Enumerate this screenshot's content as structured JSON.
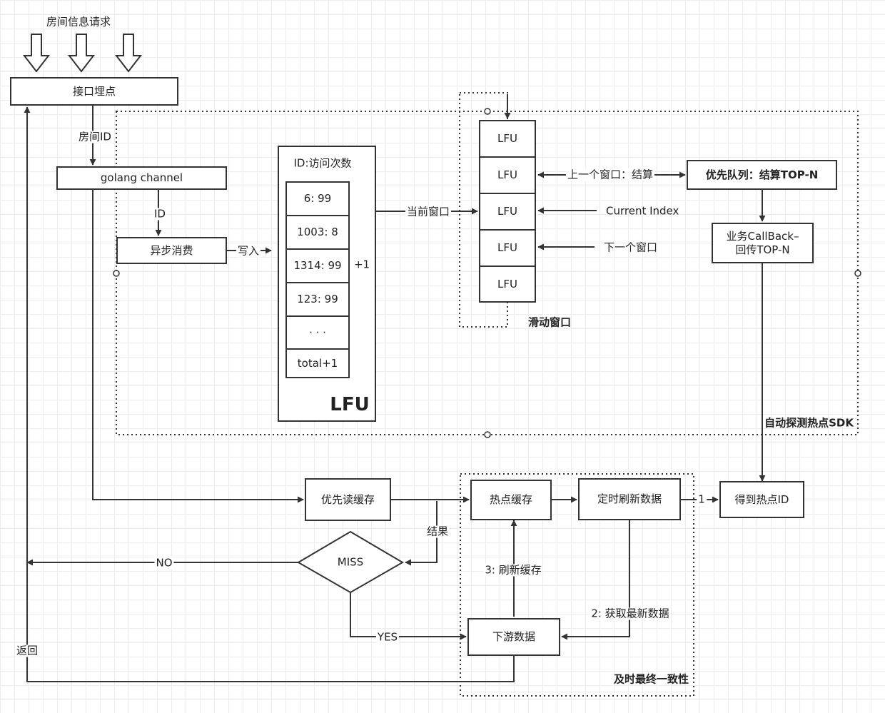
{
  "labels": {
    "room_request": "房间信息请求",
    "interface_tracking": "接口埋点",
    "room_id": "房间ID",
    "golang_channel": "golang channel",
    "id": "ID",
    "async_consume": "异步消费",
    "write_in": "写入",
    "lfu_header": "ID:访问次数",
    "lfu_title": "LFU",
    "plus_one": "+1",
    "current_window": "当前窗口",
    "prev_window_settle": "上一个窗口：结算",
    "current_index": "Current Index",
    "next_window": "下一个窗口",
    "sliding_window": "滑动窗口",
    "priority_queue": "优先队列：结算TOP-N",
    "business_callback": "业务CallBack–\n回传TOP-N",
    "sdk_title": "自动探测热点SDK",
    "priority_read_cache": "优先读缓存",
    "hot_cache": "热点缓存",
    "timed_refresh": "定时刷新数据",
    "step_one": "1",
    "get_hot_id": "得到热点ID",
    "result": "结果",
    "miss": "MISS",
    "no": "NO",
    "yes": "YES",
    "refresh_cache": "3: 刷新缓存",
    "fetch_latest": "2: 获取最新数据",
    "downstream_data": "下游数据",
    "return": "返回",
    "eventual_consistency": "及时最终一致性"
  },
  "lfu_entries": [
    "6: 99",
    "1003: 8",
    "1314: 99",
    "123: 99",
    "· · ·",
    "total+1"
  ],
  "window_cells": [
    "LFU",
    "LFU",
    "LFU",
    "LFU",
    "LFU"
  ],
  "colors": {
    "line": "#333333",
    "grid": "#ececec"
  }
}
